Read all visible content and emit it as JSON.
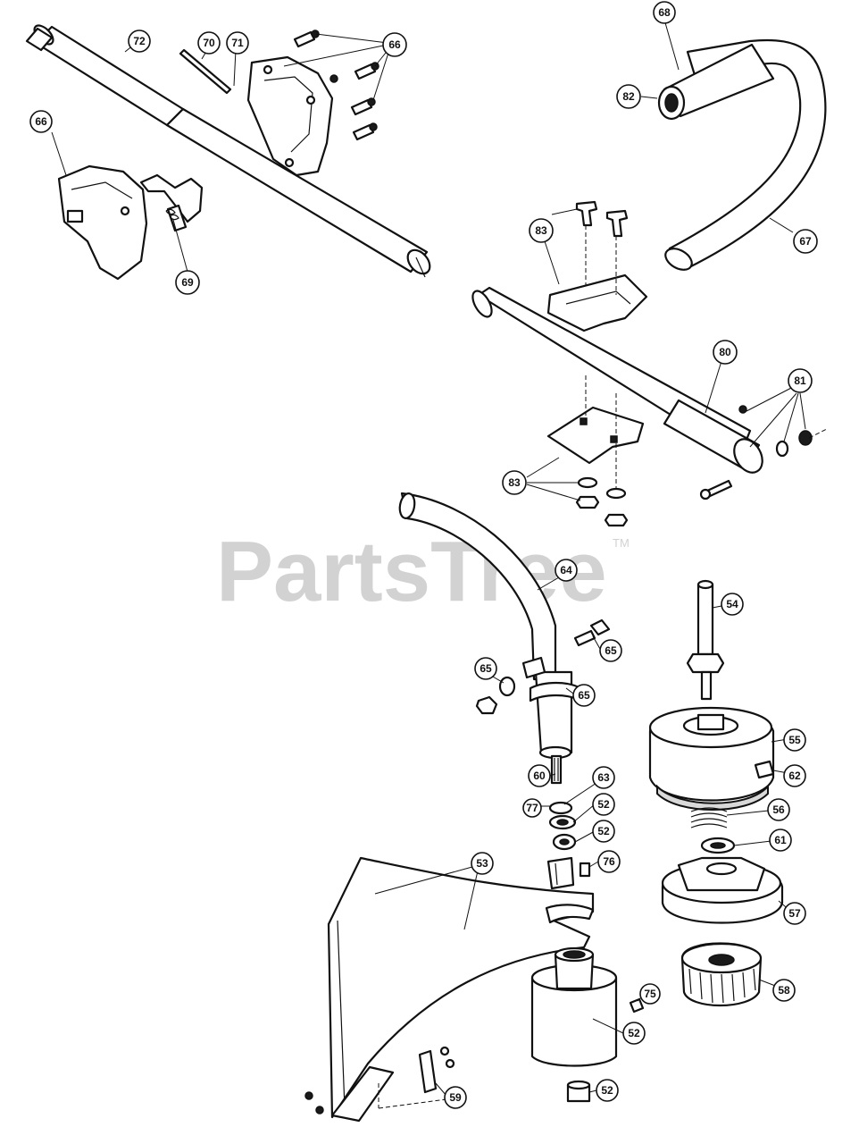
{
  "watermark": {
    "text": "PartsTree",
    "trademark": "TM"
  },
  "callouts": {
    "c72": "72",
    "c70": "70",
    "c71": "71",
    "c66a": "66",
    "c66b": "66",
    "c69": "69",
    "c68": "68",
    "c82": "82",
    "c67": "67",
    "c83a": "83",
    "c83b": "83",
    "c80": "80",
    "c81": "81",
    "c64": "64",
    "c65a": "65",
    "c65b": "65",
    "c65c": "65",
    "c54": "54",
    "c55": "55",
    "c62": "62",
    "c56": "56",
    "c61": "61",
    "c57": "57",
    "c58": "58",
    "c60": "60",
    "c63": "63",
    "c77": "77",
    "c52a": "52",
    "c52b": "52",
    "c52c": "52",
    "c52d": "52",
    "c76": "76",
    "c53": "53",
    "c75": "75",
    "c59": "59"
  },
  "colors": {
    "ink": "#111111",
    "watermark": "#d2d2d2",
    "background": "#ffffff"
  }
}
